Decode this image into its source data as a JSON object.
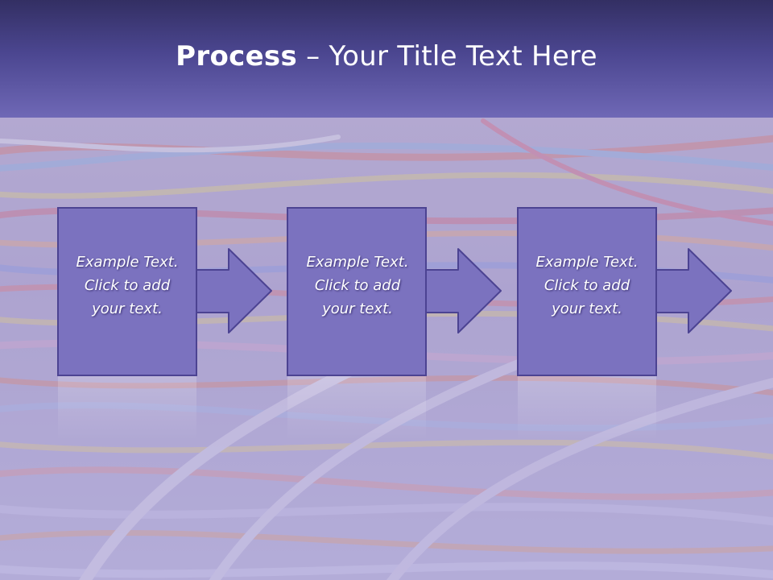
{
  "title": {
    "bold": "Process",
    "dash": " – ",
    "rest": "Your Title Text Here"
  },
  "steps": [
    {
      "lines": [
        "Example Text.",
        "Click  to add",
        "your text."
      ]
    },
    {
      "lines": [
        "Example Text.",
        "Click  to add",
        "your text."
      ]
    },
    {
      "lines": [
        "Example Text.",
        "Click  to add",
        "your text."
      ]
    }
  ],
  "colors": {
    "header_top": "#332f63",
    "header_bottom": "#6f68b6",
    "box_fill": "#7b72bf",
    "box_stroke": "#4c4392",
    "text": "#ffffff"
  }
}
